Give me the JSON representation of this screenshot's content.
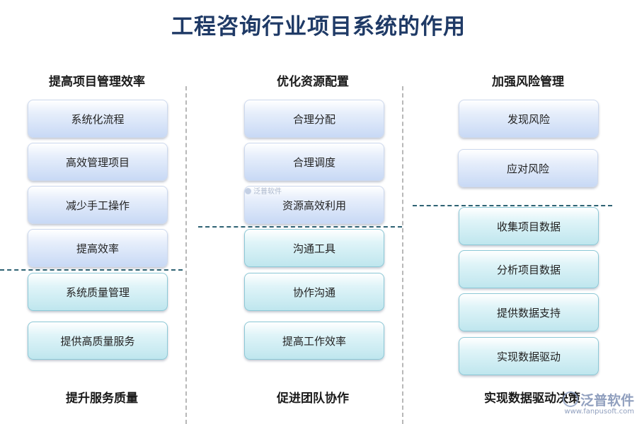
{
  "title": "工程咨询行业项目系统的作用",
  "columns": [
    {
      "heading": "提高项目管理效率",
      "footer": "提升服务质量",
      "boxes": [
        "系统化流程",
        "高效管理项目",
        "减少手工操作",
        "提高效率",
        "系统质量管理",
        "提供高质量服务"
      ]
    },
    {
      "heading": "优化资源配置",
      "footer": "促进团队协作",
      "boxes": [
        "合理分配",
        "合理调度",
        "资源高效利用",
        "沟通工具",
        "协作沟通",
        "提高工作效率"
      ]
    },
    {
      "heading": "加强风险管理",
      "footer": "实现数据驱动决策",
      "boxes": [
        "发现风险",
        "应对风险",
        "收集项目数据",
        "分析项目数据",
        "提供数据支持",
        "实现数据驱动"
      ]
    }
  ],
  "watermark": {
    "small": "泛普软件",
    "brand": "泛普软件",
    "url": "www.fanpusoft.com"
  },
  "colors": {
    "title": "#1f3a66",
    "blue_box": "#c8d9f5",
    "teal_box": "#bfe6ee",
    "divider": "#2e6273"
  }
}
